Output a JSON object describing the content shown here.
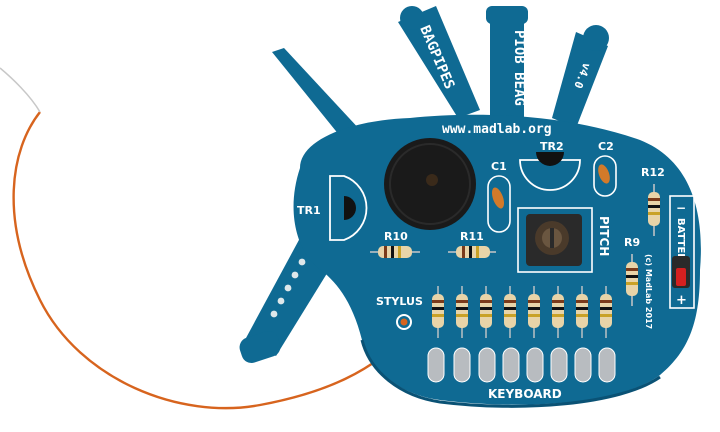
{
  "labels": {
    "website": "www.madlab.org",
    "pipe_left": "BAGPIPES",
    "pipe_middle": "PIOB BEAG",
    "version": "v4.0",
    "tr1": "TR1",
    "tr2": "TR2",
    "c1": "C1",
    "c2": "C2",
    "r12": "R12",
    "r10": "R10",
    "r11": "R11",
    "r9": "R9",
    "pitch": "PITCH",
    "copyright": "(c) MadLab 2017",
    "battery": "BATTERY",
    "battery_minus": "−",
    "battery_plus": "+",
    "stylus": "STYLUS",
    "keyboard": "KEYBOARD"
  },
  "colors": {
    "pcb": "#0f6a93",
    "pcb_dark": "#0a5275",
    "silkscreen": "#ffffff",
    "pad": "#b8bcc0",
    "resistor_body": "#e8d4a8",
    "stylus_wire": "#d7641e",
    "buzzer": "#1a1a1a"
  },
  "icons": {
    "buzzer": "piezo-buzzer-icon",
    "transistor": "transistor-icon",
    "potentiometer": "trimmer-potentiometer-icon",
    "led": "red-led-icon"
  }
}
